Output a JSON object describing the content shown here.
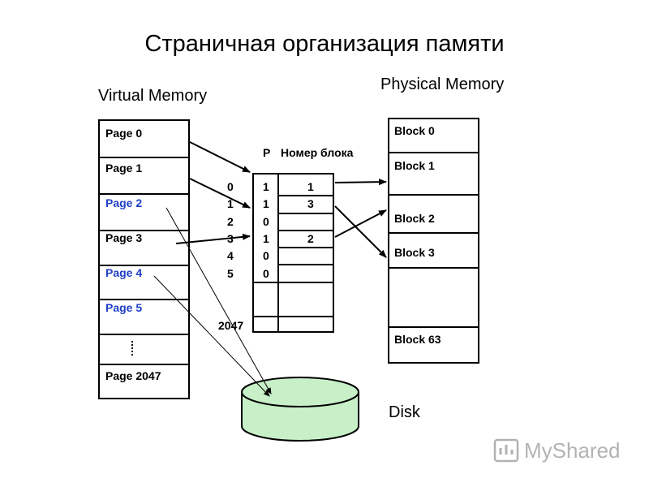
{
  "title": "Страничная организация памяти",
  "virtual_memory": {
    "label": "Virtual Memory",
    "pages": [
      {
        "label": "Page 0",
        "color": "#000000"
      },
      {
        "label": "Page 1",
        "color": "#000000"
      },
      {
        "label": "Page 2",
        "color": "#1f3fc6"
      },
      {
        "label": "Page 3",
        "color": "#000000"
      },
      {
        "label": "Page 4",
        "color": "#1f3fc6"
      },
      {
        "label": "Page 5",
        "color": "#1f3fc6"
      },
      {
        "label": "",
        "color": "#000000"
      },
      {
        "label": "Page 2047",
        "color": "#000000"
      }
    ]
  },
  "physical_memory": {
    "label": "Physical Memory",
    "blocks": [
      {
        "label": "Block 0"
      },
      {
        "label": "Block 1"
      },
      {
        "label": "Block 2"
      },
      {
        "label": "Block 3"
      },
      {
        "label": ""
      },
      {
        "label": "Block 63"
      }
    ]
  },
  "page_table": {
    "header_p": "P",
    "header_block": "Номер блока",
    "rows": [
      {
        "index": "0",
        "p": "1",
        "block": "1"
      },
      {
        "index": "1",
        "p": "1",
        "block": "3"
      },
      {
        "index": "2",
        "p": "0",
        "block": ""
      },
      {
        "index": "3",
        "p": "1",
        "block": "2"
      },
      {
        "index": "4",
        "p": "0",
        "block": ""
      },
      {
        "index": "5",
        "p": "0",
        "block": ""
      },
      {
        "index": "",
        "p": "",
        "block": ""
      },
      {
        "index": "2047",
        "p": "",
        "block": ""
      }
    ]
  },
  "disk": {
    "label": "Disk",
    "color": "#c8f0c8"
  },
  "watermark": {
    "label": "MyShared"
  }
}
